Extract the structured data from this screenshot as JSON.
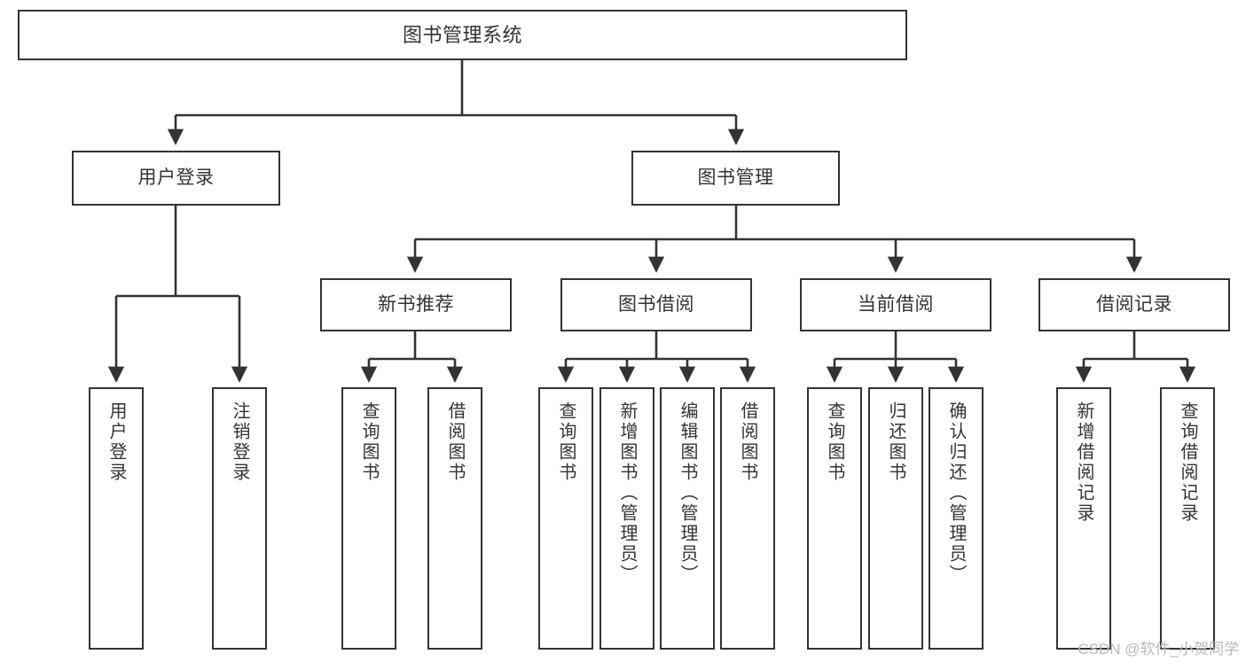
{
  "diagram": {
    "type": "hierarchy-tree",
    "title": "图书管理系统",
    "style": {
      "box_border_color": "#333333",
      "box_fill_color": "#ffffff",
      "connector_color": "#333333",
      "background_color": "#ffffff",
      "watermark_color": "#b9b9b9"
    },
    "root": {
      "label": "图书管理系统"
    },
    "level2": [
      {
        "label": "用户登录"
      },
      {
        "label": "图书管理"
      }
    ],
    "level3": [
      {
        "label": "新书推荐"
      },
      {
        "label": "图书借阅"
      },
      {
        "label": "当前借阅"
      },
      {
        "label": "借阅记录"
      }
    ],
    "leaves": {
      "user_login": [
        {
          "label": "用户登录"
        },
        {
          "label": "注销登录"
        }
      ],
      "new_book_recommend": [
        {
          "label": "查询图书"
        },
        {
          "label": "借阅图书"
        }
      ],
      "book_borrow": [
        {
          "label": "查询图书"
        },
        {
          "label": "新增图书（管理员）"
        },
        {
          "label": "编辑图书（管理员）"
        },
        {
          "label": "借阅图书"
        }
      ],
      "current_borrow": [
        {
          "label": "查询图书"
        },
        {
          "label": "归还图书"
        },
        {
          "label": "确认归还（管理员）"
        }
      ],
      "borrow_record": [
        {
          "label": "新增借阅记录"
        },
        {
          "label": "查询借阅记录"
        }
      ]
    },
    "watermark": "CSDN @软件_小贺同学"
  }
}
